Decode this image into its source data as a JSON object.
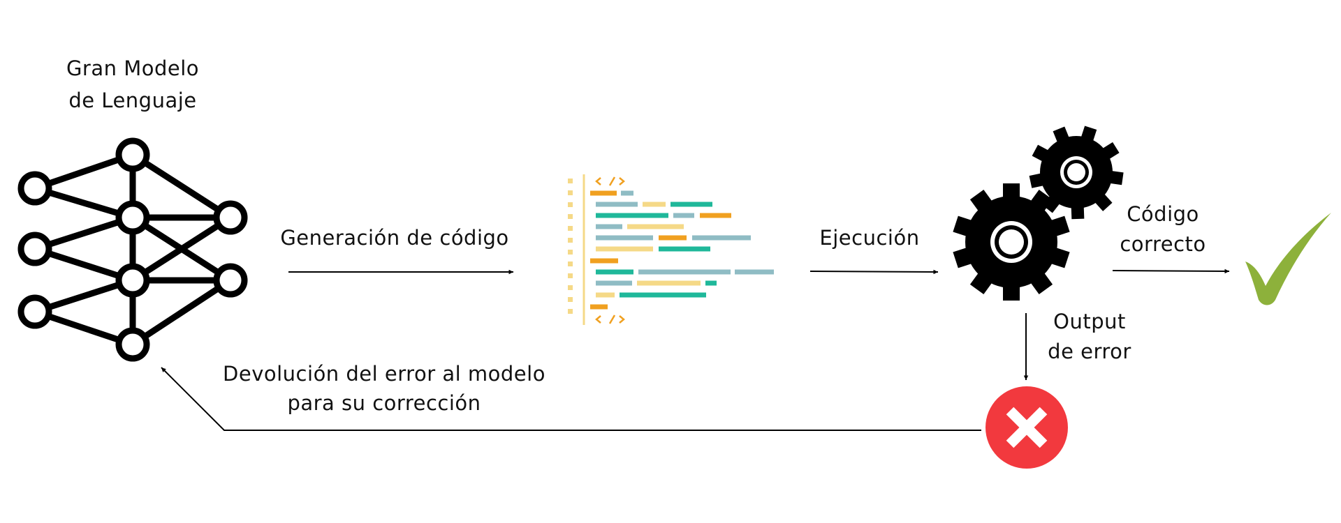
{
  "nodes": {
    "llm": {
      "line1": "Gran Modelo",
      "line2": "de Lenguaje",
      "icon": "neural-network-icon"
    },
    "code": {
      "icon": "code-file-icon"
    },
    "execution": {
      "icon": "gears-icon"
    },
    "success": {
      "icon": "checkmark-icon",
      "color": "#8db13b"
    },
    "failure": {
      "icon": "error-x-icon",
      "color": "#f2393e"
    }
  },
  "edges": {
    "generation": {
      "label": "Generación de código"
    },
    "execution": {
      "label": "Ejecución"
    },
    "correct": {
      "line1": "Código",
      "line2": "correcto"
    },
    "error_output": {
      "line1": "Output",
      "line2": "de error"
    },
    "feedback": {
      "line1": "Devolución del error al modelo",
      "line2": "para su corrección"
    }
  },
  "colors": {
    "code_orange": "#f0a020",
    "code_teal": "#1fb89a",
    "code_gray": "#8fbcc4",
    "code_yellow": "#f5d987",
    "ink": "#000000"
  }
}
